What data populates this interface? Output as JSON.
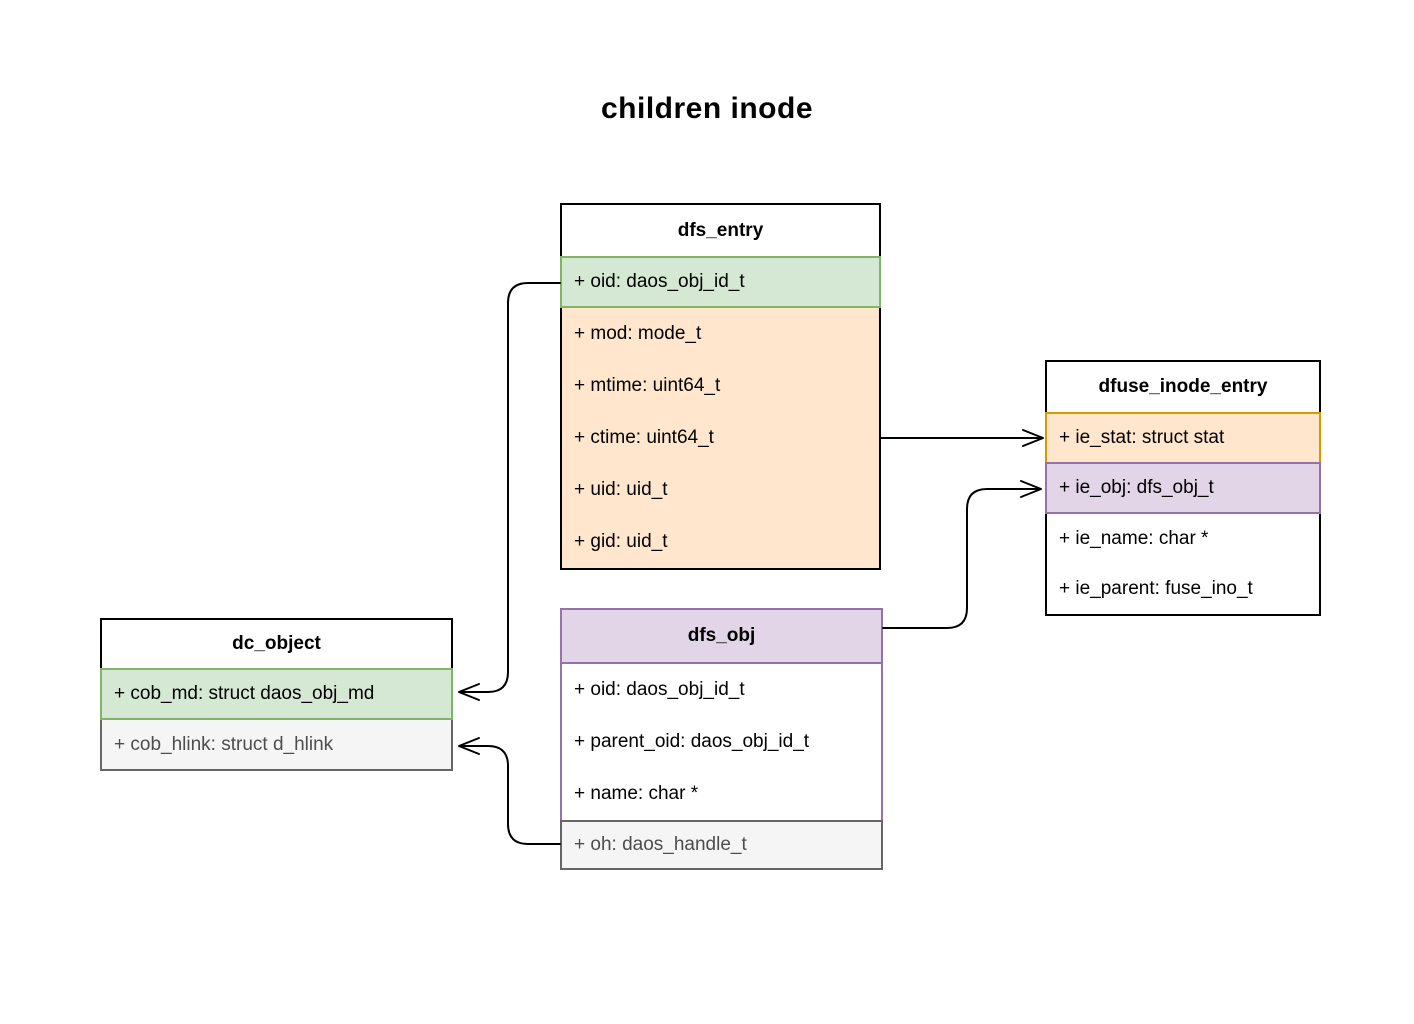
{
  "title": "children inode",
  "colors": {
    "background": "#ffffff",
    "line": "#000000",
    "green_fill": "#d5e8d4",
    "green_border": "#82b366",
    "orange_fill": "#ffe6cc",
    "orange_border": "#d79b00",
    "purple_fill": "#e1d5e7",
    "purple_border": "#9673a6",
    "gray_fill": "#f5f5f5",
    "gray_border": "#666666",
    "gray_text": "#4d4d4d"
  },
  "boxes": {
    "dfs_entry": {
      "title": "dfs_entry",
      "rows": [
        "+ oid: daos_obj_id_t",
        "+ mod: mode_t",
        "+ mtime: uint64_t",
        "+ ctime: uint64_t",
        "+ uid: uid_t",
        "+ gid: uid_t"
      ]
    },
    "dfuse_inode_entry": {
      "title": "dfuse_inode_entry",
      "rows": [
        "+ ie_stat: struct stat",
        "+ ie_obj: dfs_obj_t",
        "+ ie_name: char *",
        "+ ie_parent: fuse_ino_t"
      ]
    },
    "dc_object": {
      "title": "dc_object",
      "rows": [
        "+ cob_md: struct daos_obj_md",
        "+ cob_hlink: struct d_hlink"
      ]
    },
    "dfs_obj": {
      "title": "dfs_obj",
      "rows": [
        "+ oid: daos_obj_id_t",
        "+ parent_oid: daos_obj_id_t",
        "+ name: char *",
        "+ oh: daos_handle_t"
      ]
    }
  },
  "connections": [
    {
      "from": "dfs_entry",
      "to": "dfuse_inode_entry.ie_stat"
    },
    {
      "from": "dfs_obj",
      "to": "dfuse_inode_entry.ie_obj"
    },
    {
      "from": "dfs_entry.oid",
      "to": "dc_object.cob_md"
    },
    {
      "from": "dfs_obj.oh",
      "to": "dc_object.cob_hlink"
    }
  ]
}
